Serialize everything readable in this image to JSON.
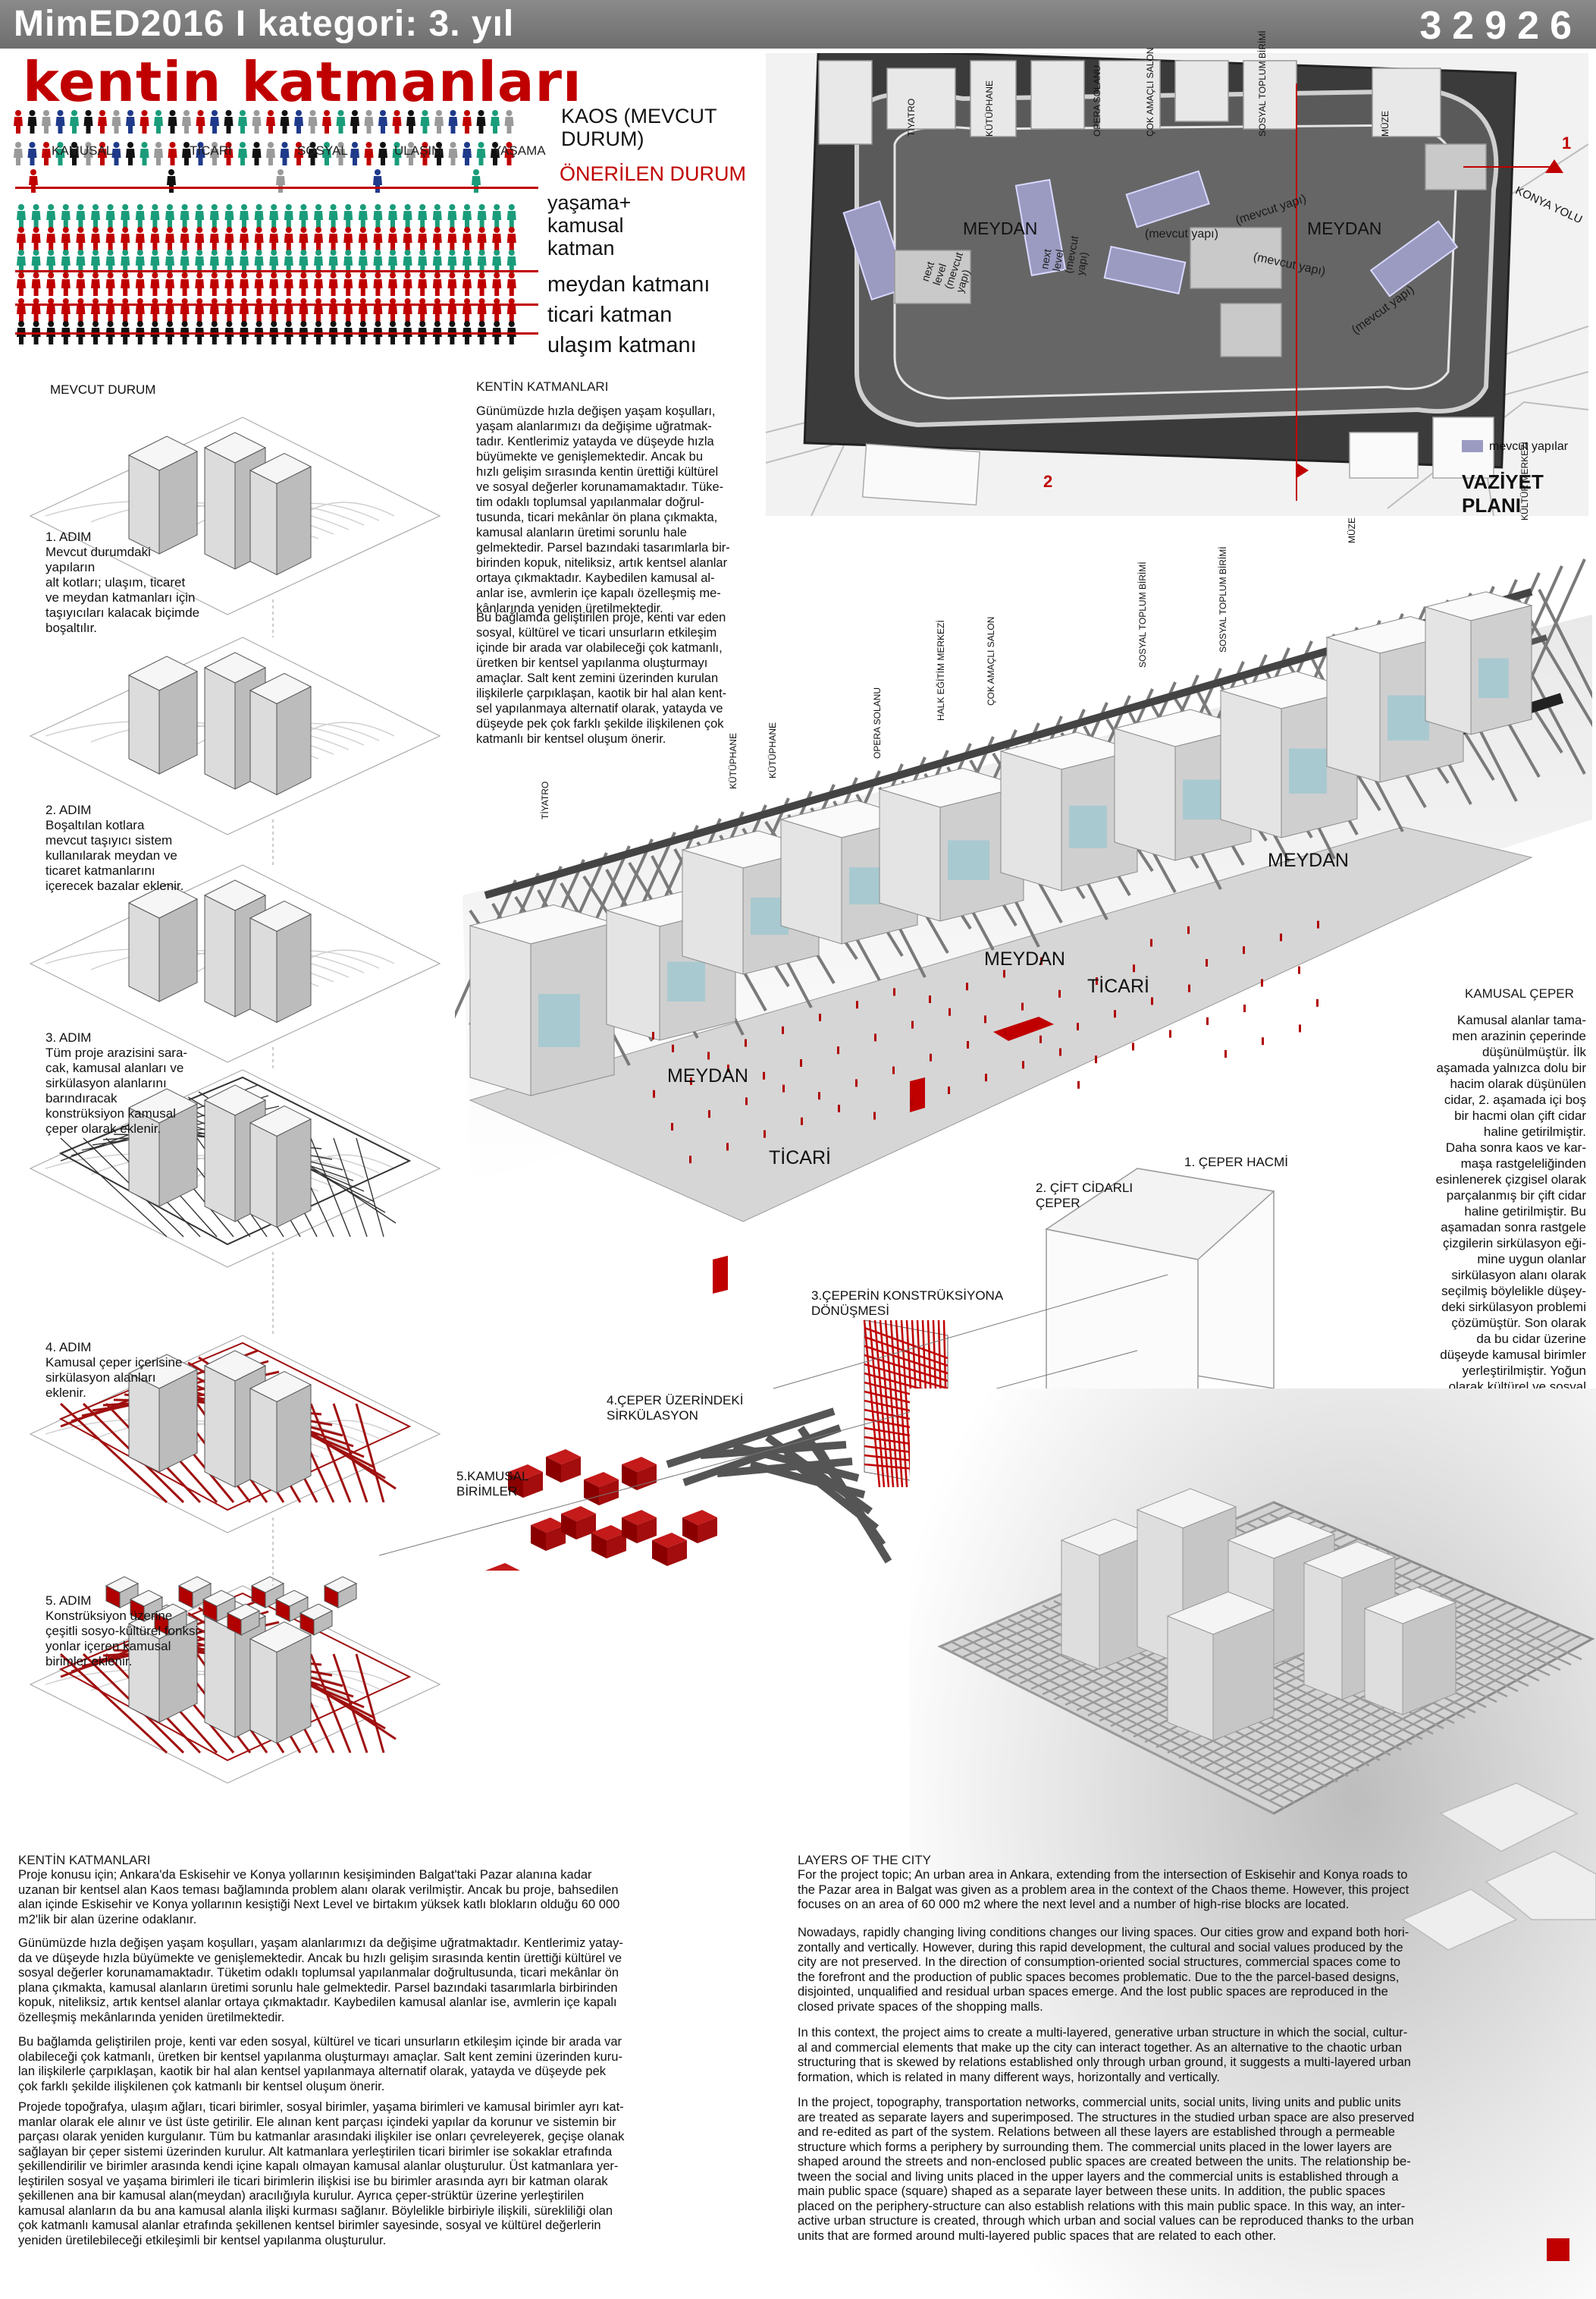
{
  "header": {
    "competition": "MimED2016 I kategori: 3. yıl",
    "entry_number": "32926",
    "title": "kentin katmanları"
  },
  "legend": {
    "categories": [
      {
        "label": "KAMUSAL",
        "color": "#c00000"
      },
      {
        "label": "TİCARİ",
        "color": "#111111"
      },
      {
        "label": "SOSYAL",
        "color": "#9a9a9a"
      },
      {
        "label": "ULAŞIM",
        "color": "#1f3a8a"
      },
      {
        "label": "YAŞAMA",
        "color": "#1a9c7a"
      }
    ],
    "chaos_label": "KAOS (MEVCUT DURUM)",
    "proposed_label": "ÖNERİLEN DURUM",
    "layers": [
      {
        "label": "yaşama+ kamusal katman"
      },
      {
        "label": "meydan katmanı"
      },
      {
        "label": "ticari katman"
      },
      {
        "label": "ulaşım katmanı"
      }
    ]
  },
  "site_plan": {
    "title": "VAZİYET PLANI",
    "legend_existing": "mevcut yapılar",
    "street": "KONYA YOLU",
    "squares": [
      "MEYDAN",
      "MEYDAN"
    ],
    "buildings": [
      "TİYATRO",
      "KÜTÜPHANE",
      "OPERA SOLANU",
      "ÇOK AMAÇLI SALON",
      "SOSYAL TOPLUM BİRİMİ",
      "MÜZE"
    ],
    "existing": [
      "next level (mevcut yapı)",
      "next level (mevcut yapı)",
      "(mevcut yapı)",
      "(mevcut yapı)",
      "(mevcut yapı)",
      "(mevcut yapı)"
    ],
    "section_marks": [
      "1",
      "2"
    ]
  },
  "steps": {
    "current_label": "MEVCUT DURUM",
    "items": [
      {
        "text": "1. ADIM\nMevcut durumdaki\nyapıların\nalt kotları; ulaşım, ticaret\nve meydan katmanları için\ntaşıyıcıları kalacak biçimde\nboşaltılır."
      },
      {
        "text": "2. ADIM\nBoşaltılan kotlara\nmevcut taşıyıcı sistem\nkullanılarak meydan ve\nticaret katmanlarını\niçerecek bazalar eklenir."
      },
      {
        "text": "3. ADIM\nTüm proje arazisini sara-\ncak, kamusal alanları ve\nsirkülasyon alanlarını\nbarındıracak\nkonstrüksiyon kamusal\nçeper olarak eklenir."
      },
      {
        "text": "4. ADIM\nKamusal çeper içerisine\nsirkülasyon alanları\neklenir."
      },
      {
        "text": "5. ADIM\nKonstrüksiyon üzerine\nçeşitli sosyo-kültürel fonksi-\nyonlar içeren kamusal\nbirimler eklenir."
      }
    ]
  },
  "concept_text": {
    "title": "KENTİN KATMANLARI",
    "para1": "Günümüzde hızla değişen yaşam koşulları,\nyaşam alanlarımızı da değişime uğratmak-\ntadır. Kentlerimiz yatayda ve düşeyde hızla\nbüyümekte ve genişlemektedir. Ancak bu\nhızlı gelişim sırasında kentin ürettiği kültürel\nve sosyal değerler korunamamaktadır. Tüke-\ntim odaklı toplumsal yapılanmalar doğrul-\ntusunda, ticari mekânlar ön plana çıkmakta,\nkamusal alanların üretimi sorunlu hale\ngelmektedir. Parsel bazındaki tasarımlarla bir-\nbirinden kopuk, niteliksiz, artık kentsel alanlar\nortaya çıkmaktadır. Kaybedilen kamusal al-\nanlar ise, avmlerin içe kapalı özelleşmiş me-\nkânlarında yeniden üretilmektedir.",
    "para2": "Bu bağlamda geliştirilen proje, kenti var eden\nsosyal, kültürel ve ticari unsurların etkileşim\niçinde bir arada var olabileceği çok katmanlı,\nüretken bir kentsel yapılanma oluşturmayı\namaçlar. Salt kent zemini üzerinden kurulan\nilişkilerle çarpıklaşan, kaotik bir hal alan kent-\nsel yapılanmaya alternatif olarak, yatayda ve\ndüşeyde pek çok farklı şekilde ilişkilenen çok\nkatmanlı bir kentsel oluşum önerir."
  },
  "perspective": {
    "labels": [
      "MEYDAN",
      "MEYDAN",
      "MEYDAN",
      "TİCARİ",
      "TİCARİ"
    ],
    "units": [
      "TİYATRO",
      "KÜTÜPHANE",
      "KÜTÜPHANE",
      "OPERA SOLANU",
      "HALK EĞİTİM MERKEZİ",
      "ÇOK AMAÇLI SALON",
      "SOSYAL TOPLUM BİRİMİ",
      "SOSYAL TOPLUM BİRİMİ",
      "MÜZE",
      "KÜLTÜR MERKEZİ"
    ]
  },
  "public_edge": {
    "title": "KAMUSAL ÇEPER",
    "text": "Kamusal alanlar tama-\nmen arazinin çeperinde\ndüşünülmüştür. İlk\naşamada yalnızca dolu bir\nhacim olarak düşünülen\ncidar, 2. aşamada içi boş\nbir hacmi olan çift cidar\nhaline getirilmiştir.\nDaha sonra kaos ve kar-\nmaşa rastgeleliğinden\nesinlenerek çizgisel olarak\nparçalanmış bir çift cidar\nhaline getirilmiştir. Bu\naşamadan sonra rastgele\nçizgilerin sirkülasyon eği-\nmine uygun olanlar\nsirkülasyon alanı olarak\nseçilmiş böylelikle düşey-\ndeki sirkülasyon problemi\nçözümüştür. Son olarak\nda bu cidar üzerine\ndüşeyde kamusal birimler\nyerleştirilmiştir. Yoğun\nolarak kültürel ve sosyal\nalanlar bu kısımda öner-\nilmiştir."
  },
  "exploded": {
    "items": [
      "1. ÇEPER HACMİ",
      "2. ÇİFT CİDARLI\nÇEPER",
      "3.ÇEPERİN KONSTRÜKSİYONA\nDÖNÜŞMESİ",
      "4.ÇEPER ÜZERİNDEKİ\nSİRKÜLASYON",
      "5.KAMUSAL\nBİRİMLER"
    ]
  },
  "bottom_left": {
    "title": "KENTİN KATMANLARI",
    "p1": "Proje konusu için; Ankara'da Eskisehir ve Konya yollarının kesişiminden Balgat'taki Pazar alanına kadar\nuzanan bir kentsel alan Kaos teması bağlamında problem alanı olarak verilmiştir. Ancak bu proje, bahsedilen\nalan içinde Eskisehir ve Konya yollarının kesiştiği Next Level ve birtakım yüksek katlı blokların olduğu 60 000\nm2'lik bir alan üzerine odaklanır.",
    "p2": "Günümüzde hızla değişen yaşam koşulları, yaşam alanlarımızı da değişime uğratmaktadır. Kentlerimiz yatay-\nda ve düşeyde hızla büyümekte ve genişlemektedir. Ancak bu hızlı gelişim sırasında kentin ürettiği kültürel ve\nsosyal değerler korunamamaktadır. Tüketim odaklı toplumsal yapılanmalar doğrultusunda, ticari mekânlar ön\nplana çıkmakta, kamusal alanların üretimi sorunlu hale gelmektedir. Parsel bazındaki tasarımlarla birbirinden\nkopuk, niteliksiz, artık kentsel alanlar ortaya çıkmaktadır. Kaybedilen kamusal alanlar ise, avmlerin içe kapalı\nözelleşmiş mekânlarında yeniden üretilmektedir.",
    "p3": "Bu bağlamda geliştirilen proje, kenti var eden sosyal, kültürel ve ticari unsurların etkileşim içinde bir arada var\nolabileceği çok katmanlı, üretken bir kentsel yapılanma oluşturmayı amaçlar. Salt kent zemini üzerinden kuru-\nlan ilişkilerle çarpıklaşan, kaotik bir hal alan kentsel yapılanmaya alternatif olarak, yatayda ve düşeyde pek\nçok farklı şekilde ilişkilenen çok katmanlı bir kentsel oluşum önerir.",
    "p4": "Projede topoğrafya, ulaşım ağları, ticari birimler, sosyal birimler, yaşama birimleri ve kamusal birimler ayrı kat-\nmanlar olarak ele alınır ve üst üste getirilir. Ele alınan kent parçası içindeki yapılar da korunur ve sistemin bir\nparçası olarak yeniden kurgulanır. Tüm bu katmanlar arasındaki ilişkiler ise onları çevreleyerek, geçişe olanak\nsağlayan bir çeper sistemi üzerinden kurulur. Alt katmanlara yerleştirilen ticari birimler ise sokaklar etrafında\nşekillendirilir ve birimler arasında kendi içine kapalı olmayan kamusal alanlar oluşturulur. Üst katmanlara yer-\nleştirilen sosyal ve yaşama birimleri ile ticari birimlerin ilişkisi ise bu birimler arasında ayrı bir katman olarak\nşekillenen ana bir kamusal alan(meydan) aracılığıyla kurulur. Ayrıca çeper-strüktür üzerine yerleştirilen\nkamusal alanların da bu ana kamusal alanla ilişki kurması sağlanır. Böylelikle birbiriyle ilişkili, sürekliliği olan\nçok katmanlı kamusal alanlar etrafında şekillenen kentsel birimler sayesinde, sosyal ve kültürel değerlerin\nyeniden üretilebileceği etkileşimli bir kentsel yapılanma oluşturulur."
  },
  "bottom_right": {
    "title": "LAYERS OF THE CITY",
    "p1": "For the project topic; An urban area in Ankara, extending from the intersection of Eskisehir and Konya roads to\nthe Pazar area in Balgat was given as a problem area in the context of the Chaos theme. However, this project\nfocuses on an area of 60 000 m2 where the next level and a number of high-rise blocks are located.",
    "p2": "Nowadays, rapidly changing living conditions changes our living spaces. Our cities grow and expand both hori-\nzontally and vertically. However, during this rapid development, the cultural and social values produced by the\ncity are not preserved. In the direction of consumption-oriented social structures, commercial spaces come to\nthe forefront and the production of public spaces becomes problematic. Due to the the parcel-based designs,\ndisjointed, unqualified and residual urban spaces emerge. And the lost public spaces are reproduced in the\nclosed private spaces of the shopping malls.",
    "p3": "In this context, the project aims to create a multi-layered, generative urban structure in which the social, cultur-\nal and commercial elements that make up the city can interact together. As an alternative to the chaotic urban\nstructuring that is skewed by relations established only through urban ground, it suggests a multi-layered urban\nformation, which is related in many different ways, horizontally and vertically.",
    "p4": "In the project, topography, transportation networks, commercial units, social units, living units and public units\nare treated as separate layers and superimposed. The structures in the studied urban space are also preserved\nand re-edited as part of the system. Relations between all these layers are established through a permeable\nstructure which forms a periphery by surrounding them. The commercial units placed in the lower layers are\nshaped around the streets and non-enclosed public spaces are created between the units. The relationship be-\ntween the social and living units placed in the upper layers and the commercial units is established through a\nmain public space (square) shaped as a separate layer between these units. In addition, the public spaces\nplaced on the periphery-structure can also establish relations with this main public space. In this way, an inter-\nactive urban structure is created, through which urban and social values can be reproduced thanks to the urban\nunits that are formed around multi-layered public spaces that are related to each other."
  }
}
